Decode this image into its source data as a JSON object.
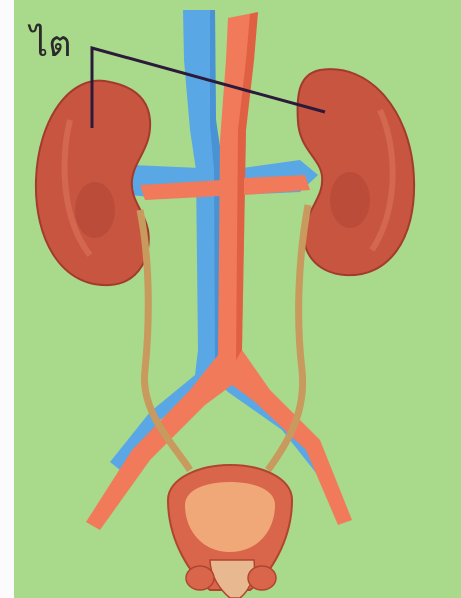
{
  "diagram": {
    "label": "ไต",
    "colors": {
      "background": "#a9d98a",
      "kidney": "#c8553f",
      "kidney_dark": "#a23b2d",
      "kidney_highlight": "#e07a5f",
      "vein": "#5aa7e6",
      "vein_dark": "#3d86c8",
      "artery": "#f07a5a",
      "artery_dark": "#d8563a",
      "ureter": "#c89a5e",
      "bladder": "#d9654a",
      "bladder_inner": "#f0a878",
      "leader_line": "#2b1a3a"
    },
    "icons": [
      "left-kidney",
      "right-kidney",
      "inferior-vena-cava",
      "aorta",
      "left-ureter",
      "right-ureter",
      "urinary-bladder"
    ]
  }
}
